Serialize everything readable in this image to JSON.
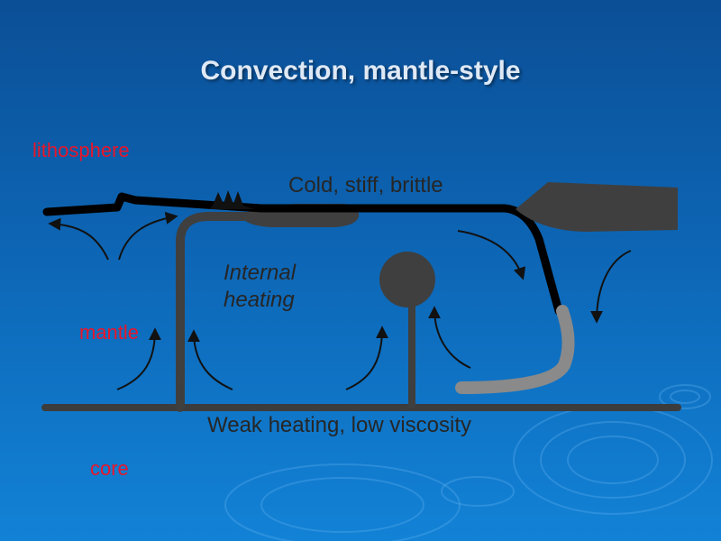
{
  "title": "Convection, mantle-style",
  "layers": {
    "lithosphere": "lithosphere",
    "mantle": "mantle",
    "core": "core"
  },
  "annotations": {
    "top_surface": "Cold, stiff, brittle",
    "internal_heating_line1": "Internal",
    "internal_heating_line2": "heating",
    "bottom_boundary": "Weak heating, low viscosity"
  },
  "colors": {
    "background": "#0d65b4",
    "layer_label": "#e8162a",
    "lithosphere": "#000000",
    "plume": "#3f3f3f",
    "subducted_slab_warm": "#8a8a8a"
  }
}
